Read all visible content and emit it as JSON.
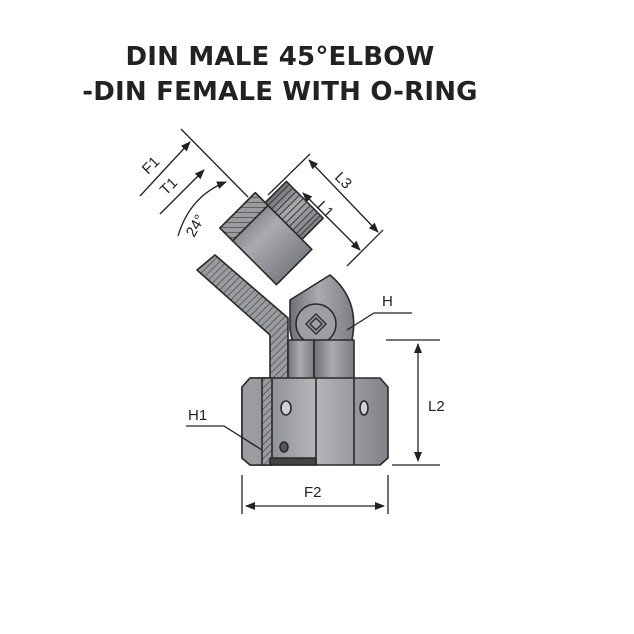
{
  "title": {
    "line1": "DIN MALE 45°ELBOW",
    "line2": "-DIN FEMALE WITH O-RING"
  },
  "labels": {
    "f1": "F1",
    "t1": "T1",
    "angle": "24°",
    "l3": "L3",
    "l1": "L1",
    "h": "H",
    "h1": "H1",
    "l2": "L2",
    "f2": "F2"
  },
  "colors": {
    "body": "#8d8f94",
    "body_light": "#b9bbbf",
    "body_dark": "#5d5f63",
    "outline": "#2a2a2a",
    "text": "#222222"
  }
}
